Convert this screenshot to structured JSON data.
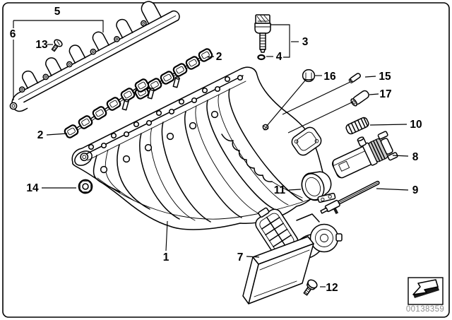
{
  "figure": {
    "stamp_id": "00138359"
  },
  "callouts": {
    "c1": "1",
    "c2_upper": "2",
    "c2_lower": "2",
    "c3": "3",
    "c4": "4",
    "c5": "5",
    "c6": "6",
    "c7": "7",
    "c8": "8",
    "c9": "9",
    "c10": "10",
    "c11": "11",
    "c12": "12",
    "c13": "13",
    "c14": "14",
    "c15": "15",
    "c16": "16",
    "c17": "17"
  },
  "colors": {
    "line": "#000000",
    "background": "#ffffff",
    "stamp_text": "#8f8f8f"
  }
}
